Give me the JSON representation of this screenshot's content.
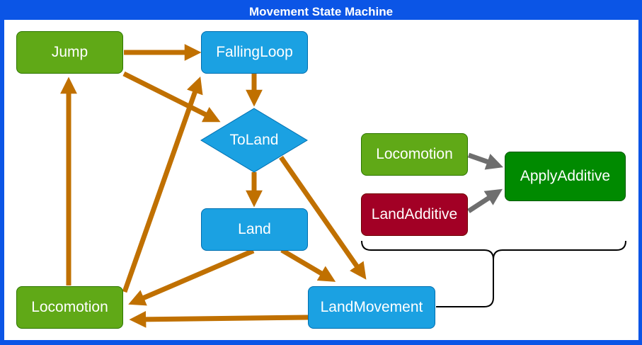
{
  "title": "Movement State Machine",
  "colors": {
    "frame": "#0b55e6",
    "state_blue": "#1ba1e2",
    "state_green": "#60a917",
    "apply_green": "#008a00",
    "additive_red": "#a20025",
    "transition_arrow": "#c07000",
    "blend_arrow": "#6e6e6e"
  },
  "nodes": {
    "jump": "Jump",
    "falling_loop": "FallingLoop",
    "to_land": "ToLand",
    "land": "Land",
    "locomotion": "Locomotion",
    "land_movement": "LandMovement",
    "locomotion_additive": "Locomotion",
    "land_additive": "LandAdditive",
    "apply_additive": "ApplyAdditive"
  }
}
